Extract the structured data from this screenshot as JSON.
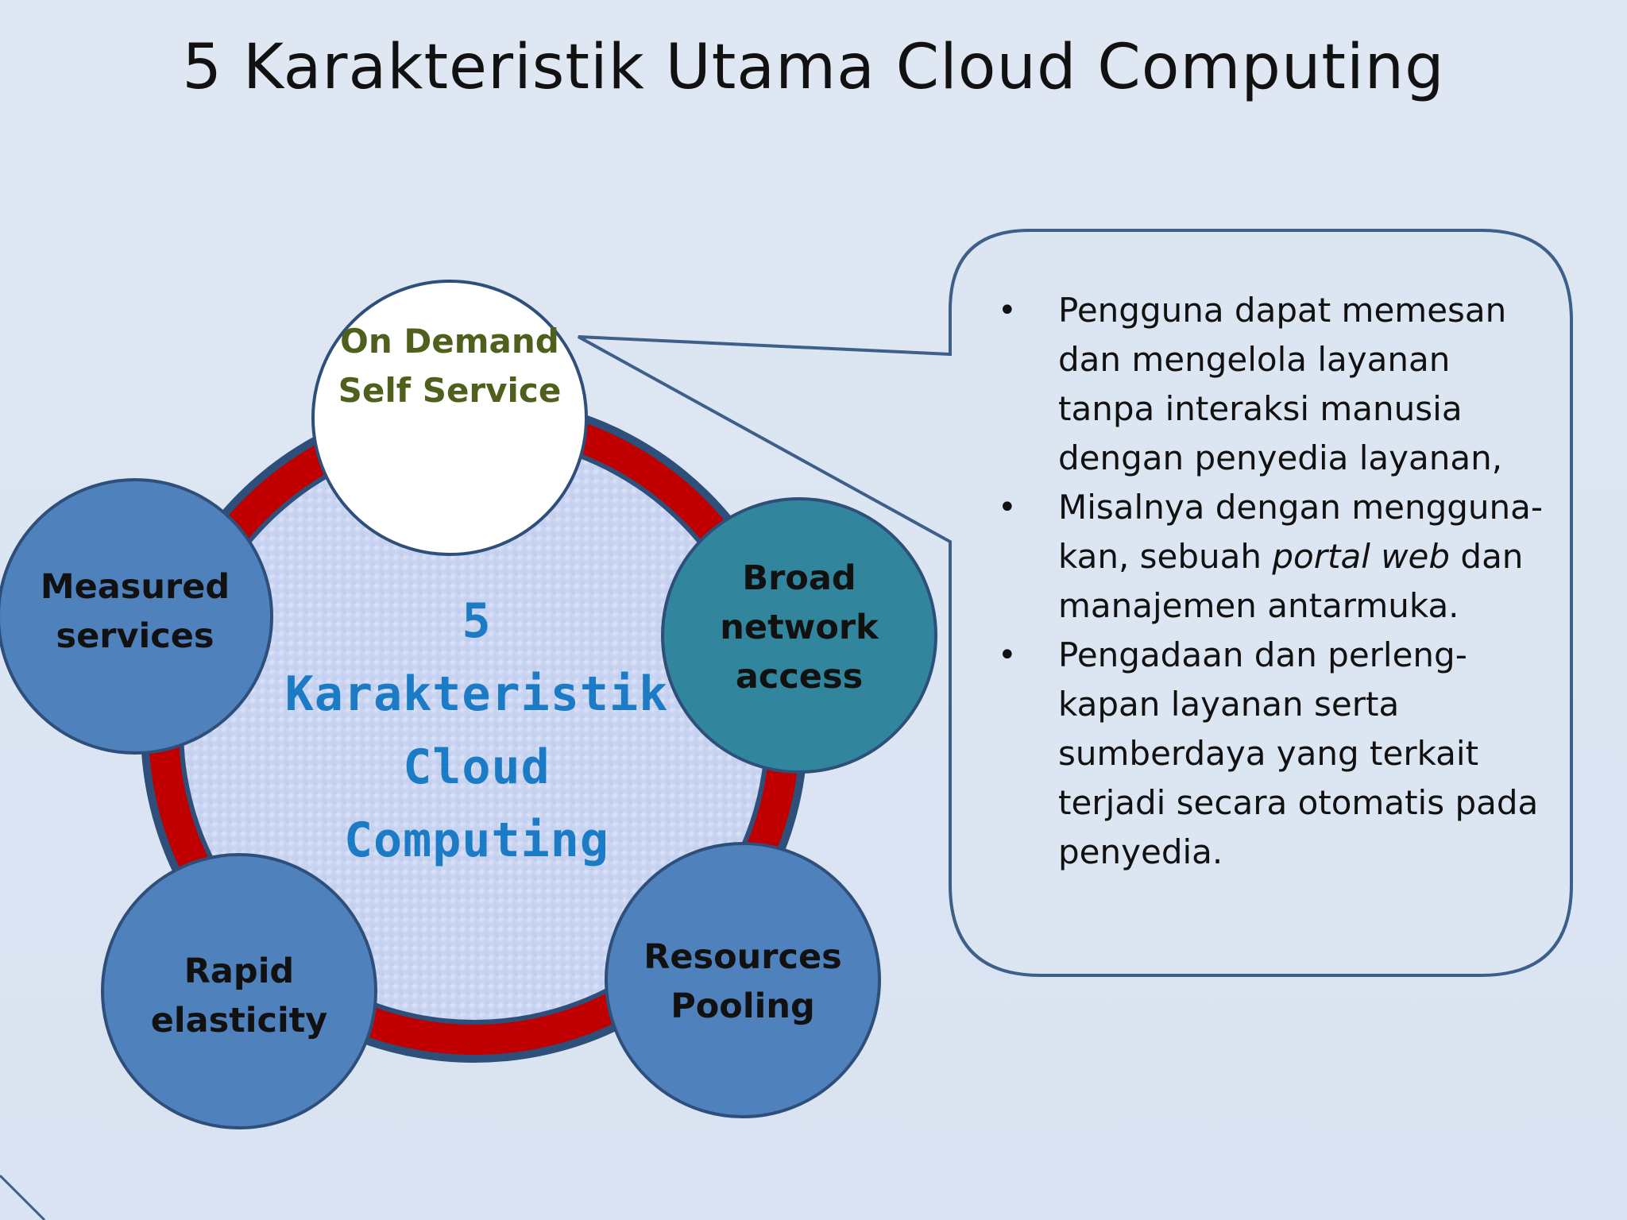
{
  "slide": {
    "title": "5 Karakteristik Utama Cloud Computing"
  },
  "diagram": {
    "center_label": "5 Karakteristik\nCloud\nComputing",
    "nodes": [
      {
        "id": "on-demand",
        "label": "On Demand\nSelf  Service",
        "fill": "#ffffff",
        "text_color": "#4f5f1c"
      },
      {
        "id": "broad-network",
        "label": "Broad\nnetwork\naccess",
        "fill": "#31859c",
        "text_color": "#111111"
      },
      {
        "id": "resources-pooling",
        "label": "Resources\nPooling",
        "fill": "#4f81bd",
        "text_color": "#111111"
      },
      {
        "id": "rapid-elasticity",
        "label": "Rapid\nelasticity",
        "fill": "#4f81bd",
        "text_color": "#111111"
      },
      {
        "id": "measured-services",
        "label": "Measured\nservices",
        "fill": "#4f81bd",
        "text_color": "#111111"
      }
    ],
    "ring_color": "#c00000",
    "ring_outline": "#2e4f7a",
    "node_outline": "#2e4f7a"
  },
  "callout": {
    "bullets": [
      {
        "text": "Pengguna dapat memesan dan mengelola layanan tanpa interaksi manusia dengan penyedia layanan,"
      },
      {
        "text_before": "Misalnya dengan mengguna-kan,  sebuah ",
        "text_italic": "portal web",
        "text_after": " dan manajemen antarmuka."
      },
      {
        "text": "Pengadaan dan perleng-kapan layanan serta sumberdaya yang terkait terjadi secara otomatis pada penyedia."
      }
    ]
  },
  "colors": {
    "background": "#dce5f2",
    "center_text": "#1b7bc4",
    "callout_border": "#3e5f8a"
  }
}
